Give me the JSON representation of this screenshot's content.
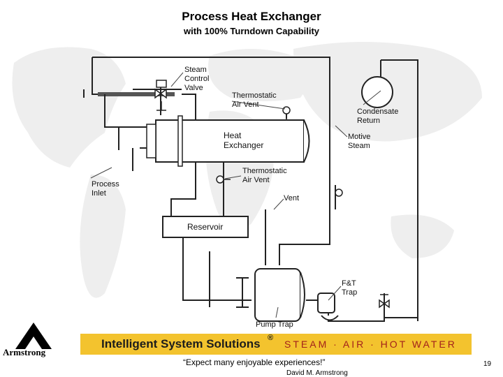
{
  "title": "Process Heat Exchanger",
  "subtitle": "with 100% Turndown Capability",
  "labels": {
    "steam_control_valve": "Steam\nControl\nValve",
    "thermostatic_air_vent_top": "Thermostatic\nAir Vent",
    "condensate_return": "Condensate\nReturn",
    "heat_exchanger": "Heat\nExchanger",
    "motive_steam": "Motive\nSteam",
    "thermostatic_air_vent_mid": "Thermostatic\nAir Vent",
    "process_inlet": "Process\nInlet",
    "vent": "Vent",
    "reservoir": "Reservoir",
    "ft_trap": "F&T\nTrap",
    "pump_trap": "Pump Trap"
  },
  "banner": {
    "title": "Intelligent System Solutions",
    "registered": "®",
    "tagline": "STEAM · AIR · HOT WATER",
    "bg_color": "#f3c32e",
    "tagline_color": "#a3201b"
  },
  "footer": {
    "quote": "“Expect many enjoyable experiences!”",
    "author": "David M. Armstrong",
    "page_number": "19",
    "brand": "Armstrong"
  },
  "icons": {
    "logo": "armstrong-a-logo",
    "background": "world-map-watermark"
  }
}
